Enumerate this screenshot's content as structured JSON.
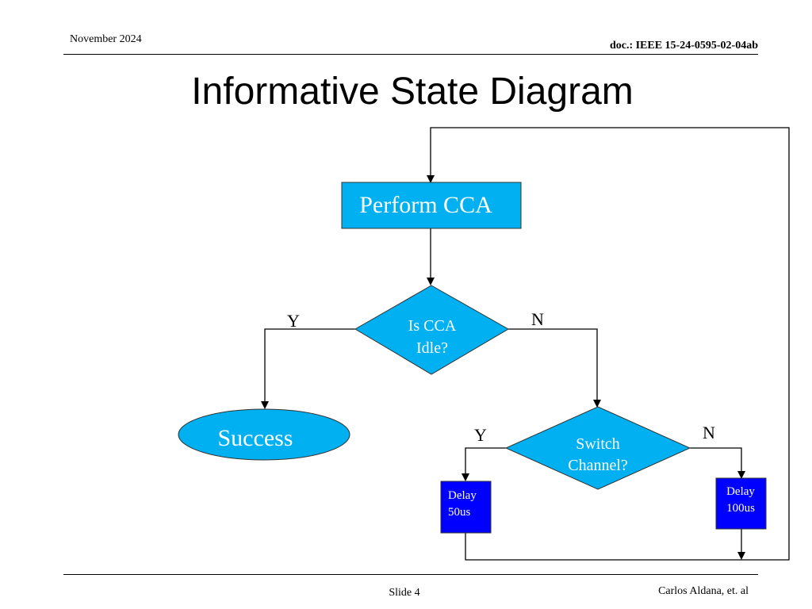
{
  "header": {
    "date": "November 2024",
    "doc_id": "doc.: IEEE 15-24-0595-02-04ab"
  },
  "slide": {
    "title": "Informative State Diagram"
  },
  "diagram": {
    "perform_cca": "Perform CCA",
    "is_cca_idle_line1": "Is CCA",
    "is_cca_idle_line2": "Idle?",
    "success": "Success",
    "switch_channel_line1": "Switch",
    "switch_channel_line2": "Channel?",
    "delay_50_line1": "Delay",
    "delay_50_line2": "50us",
    "delay_100_line1": "Delay",
    "delay_100_line2": "100us",
    "label_y1": "Y",
    "label_n1": "N",
    "label_y2": "Y",
    "label_n2": "N",
    "colors": {
      "light_blue": "#00B0F0",
      "dark_blue": "#0000FF",
      "line": "#000000"
    }
  },
  "footer": {
    "slide_number": "Slide 4",
    "author": "Carlos Aldana, et. al"
  }
}
